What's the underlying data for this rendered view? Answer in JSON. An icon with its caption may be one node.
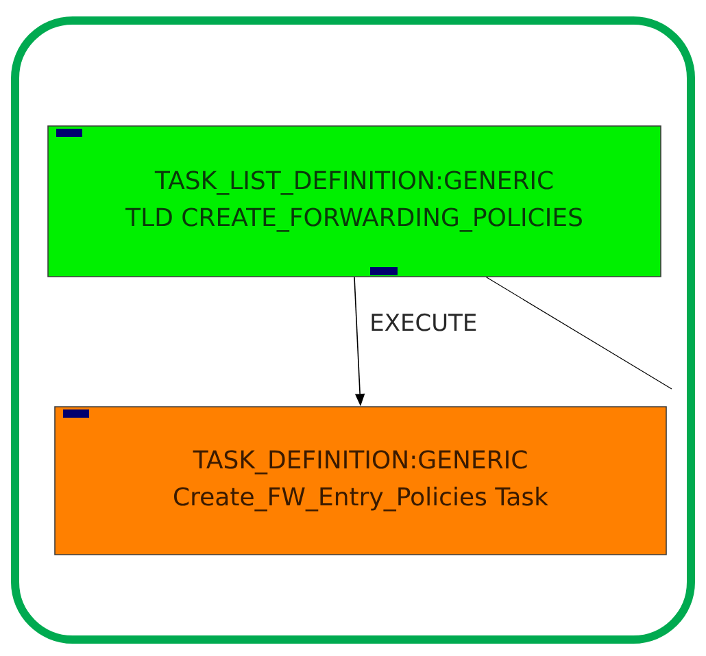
{
  "diagram": {
    "nodes": [
      {
        "text": [
          "TASK_LIST_DEFINITION:GENERIC",
          "TLD CREATE_FORWARDING_POLICIES"
        ]
      },
      {
        "text": [
          "TASK_DEFINITION:GENERIC",
          "Create_FW_Entry_Policies Task"
        ]
      }
    ],
    "edges": [
      {
        "from": 0,
        "to": 1,
        "arrow": "to",
        "label": "EXECUTE"
      },
      {
        "from": 0,
        "to": null,
        "arrow": "none"
      }
    ]
  }
}
